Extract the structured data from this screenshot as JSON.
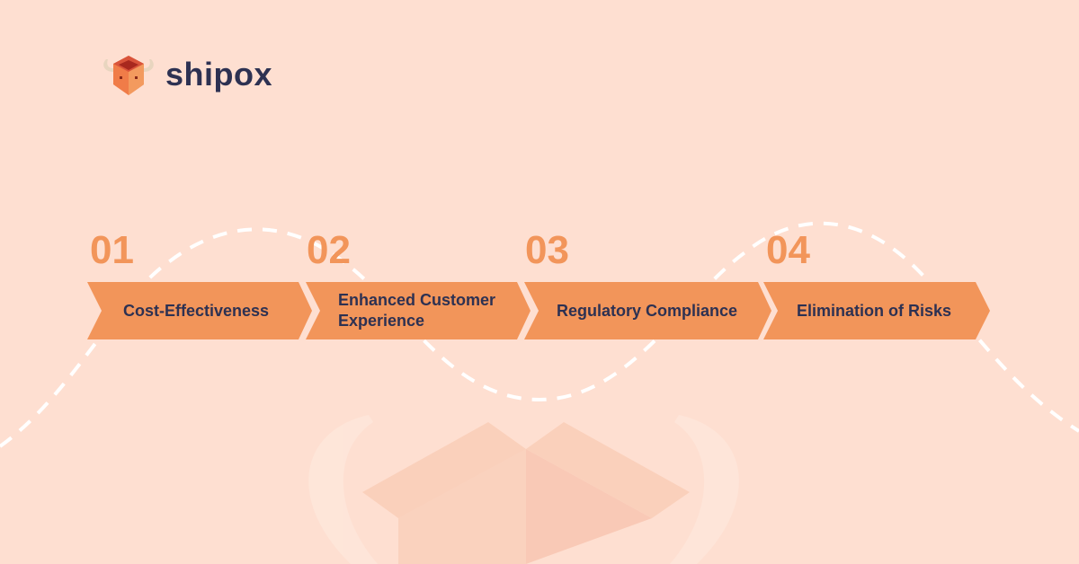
{
  "brand": {
    "name": "shipox",
    "logo_icon": "bull-box-icon"
  },
  "colors": {
    "background": "#FEDFD1",
    "accent": "#F2955A",
    "text": "#2D3152"
  },
  "steps": [
    {
      "number": "01",
      "label": "Cost-Effectiveness"
    },
    {
      "number": "02",
      "label": "Enhanced Customer Experience"
    },
    {
      "number": "03",
      "label": "Regulatory Compliance"
    },
    {
      "number": "04",
      "label": "Elimination of Risks"
    }
  ]
}
